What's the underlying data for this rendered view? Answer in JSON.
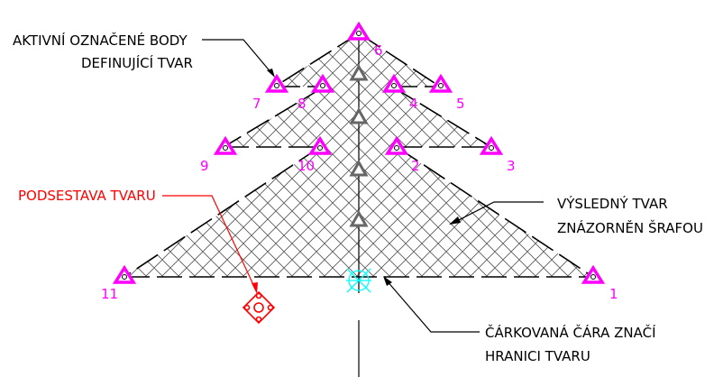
{
  "labels": {
    "active_points_line1": "AKTIVNÍ OZNAČENÉ BODY",
    "active_points_line2": "DEFINUJÍCÍ TVAR",
    "subassembly": "PODSESTAVA TVARU",
    "result_line1": "VÝSLEDNÝ TVAR",
    "result_line2": "ZNÁZORNĚN ŠRAFOU",
    "boundary_line1": "ČÁRKOVANÁ ČÁRA ZNAČÍ",
    "boundary_line2": "HRANICI TVARU"
  },
  "point_numbers": [
    "1",
    "2",
    "3",
    "4",
    "5",
    "6",
    "7",
    "8",
    "9",
    "10",
    "11"
  ],
  "colors": {
    "point_marker": "#ff00ff",
    "subassembly": "#ff0000",
    "origin_marker": "#00ffff",
    "hatch": "#555555",
    "lines": "#000000"
  },
  "icons": {
    "point_marker": "triangle-point-icon",
    "axis_marker": "grey-triangle-icon",
    "origin": "origin-crosshair-icon",
    "subassembly": "subassembly-diamond-icon"
  }
}
